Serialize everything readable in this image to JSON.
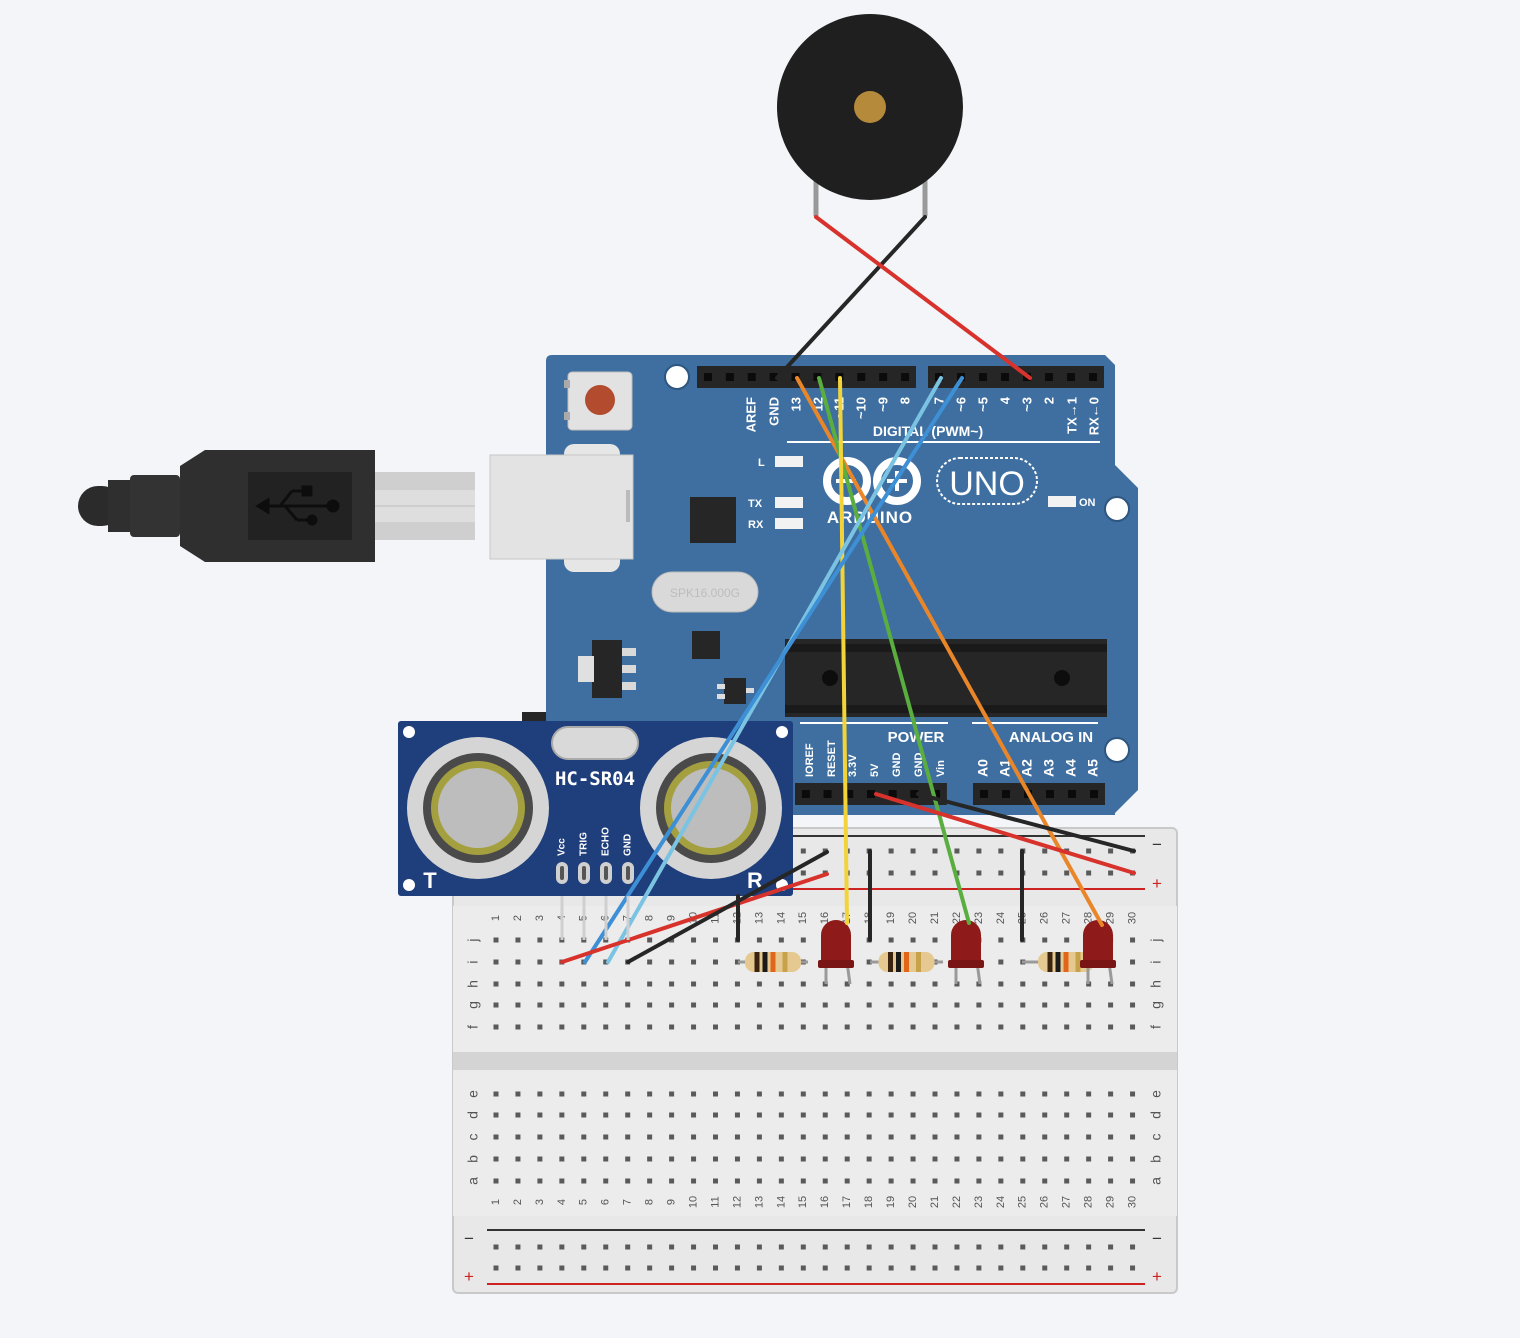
{
  "board": {
    "brand": "ARDUINO",
    "model": "UNO",
    "digital_label": "DIGITAL (PWM~)",
    "on_label": "ON",
    "power_label": "POWER",
    "analog_label": "ANALOG IN",
    "crystal": "SPK16.000G",
    "leds": {
      "l": "L",
      "tx": "TX",
      "rx": "RX"
    },
    "top_pins": [
      "AREF",
      "GND",
      "13",
      "12",
      "~11",
      "~10",
      "~9",
      "8",
      "7",
      "~6",
      "~5",
      "4",
      "~3",
      "2",
      "TX→1",
      "RX←0"
    ],
    "power_pins": [
      "IOREF",
      "RESET",
      "3.3V",
      "5V",
      "GND",
      "GND",
      "Vin"
    ],
    "analog_pins": [
      "A0",
      "A1",
      "A2",
      "A3",
      "A4",
      "A5"
    ]
  },
  "sensor": {
    "name": "HC-SR04",
    "pins": [
      "Vcc",
      "TRIG",
      "ECHO",
      "GND"
    ],
    "left_mark": "T",
    "right_mark": "R"
  },
  "breadboard": {
    "columns": [
      "1",
      "2",
      "3",
      "4",
      "5",
      "6",
      "7",
      "8",
      "9",
      "10",
      "11",
      "12",
      "13",
      "14",
      "15",
      "16",
      "17",
      "18",
      "19",
      "20",
      "21",
      "22",
      "23",
      "24",
      "25",
      "26",
      "27",
      "28",
      "29",
      "30"
    ],
    "upper_rows": [
      "j",
      "i",
      "h",
      "g",
      "f"
    ],
    "lower_rows": [
      "e",
      "d",
      "c",
      "b",
      "a"
    ],
    "minus": "−",
    "plus": "+"
  },
  "colors": {
    "board_blue": "#3e6fa0",
    "wire_red": "#d8322c",
    "wire_black": "#262626",
    "wire_orange": "#e9862a",
    "wire_green": "#5aad3f",
    "wire_yellow": "#f2d43a",
    "wire_blue": "#3d8fd6",
    "wire_light_blue": "#7ac3e3",
    "led_red": "#8f1a1a"
  }
}
